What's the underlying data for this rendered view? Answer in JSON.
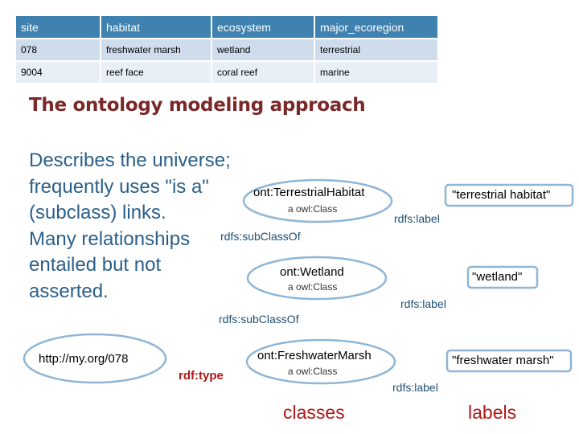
{
  "table": {
    "headers": [
      "site",
      "habitat",
      "ecosystem",
      "major_ecoregion"
    ],
    "rows": [
      [
        "078",
        "freshwater marsh",
        "wetland",
        "terrestrial"
      ],
      [
        "9004",
        "reef face",
        "coral reef",
        "marine"
      ]
    ]
  },
  "heading": "The ontology modeling approach",
  "description": [
    "Describes the universe;",
    "frequently uses \"is a\"",
    "(subclass) links.",
    "Many relationships",
    "entailed but not",
    "asserted."
  ],
  "nodes": {
    "terrestrial": {
      "name": "ont:TerrestrialHabitat",
      "type": "a owl:Class"
    },
    "wetland": {
      "name": "ont:Wetland",
      "type": "a owl:Class"
    },
    "freshwater": {
      "name": "ont:FreshwaterMarsh",
      "type": "a owl:Class"
    },
    "instance": {
      "name": "http://my.org/078"
    }
  },
  "literals": {
    "terrestrial": "\"terrestrial habitat\"",
    "wetland": "\"wetland\"",
    "freshwater": "\"freshwater marsh\""
  },
  "edges": {
    "subclass_1": "rdfs:subClassOf",
    "subclass_2": "rdfs:subClassOf",
    "label_1": "rdfs:label",
    "label_2": "rdfs:label",
    "label_3": "rdfs:label",
    "type": "rdf:type"
  },
  "captions": {
    "classes": "classes",
    "labels": "labels"
  },
  "colors": {
    "header": "#3f82b0",
    "row_1": "#cfdceb",
    "row_2": "#e8eff7",
    "heading": "#7a2828",
    "description": "#2a5f8a",
    "node_border": "#8fb6d6",
    "accent": "#b01818"
  }
}
